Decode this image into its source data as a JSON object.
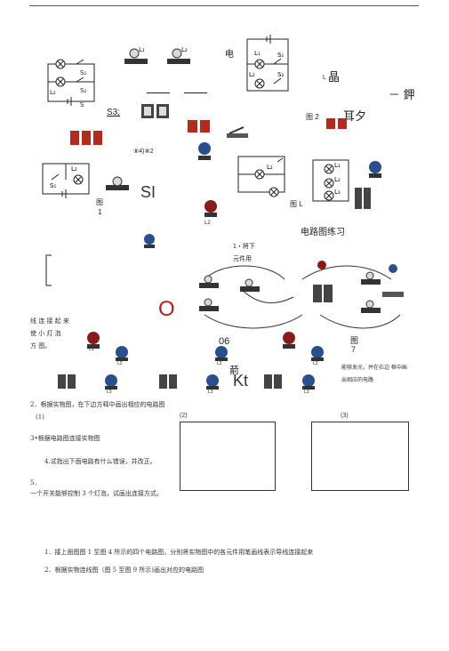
{
  "labels": {
    "dian": "电",
    "jing": "晶",
    "jing_prefix": "L",
    "dash_bei": "－ 鉀",
    "fig2": "图 2",
    "er_xi": "耳夕",
    "s3": "S3;",
    "fig_mid_small": "⑧4)⑧2",
    "si": "SI",
    "fig1_a": "图",
    "fig1_b": "1",
    "fig_l": "图 L",
    "l2_bottom": "L2",
    "section_title": "电路图练习",
    "note_1": "1・将下",
    "note_2": "元件用",
    "big_o": "O",
    "fig_06": "06",
    "fig7_a": "图",
    "fig7_b": "7",
    "ci": "葥",
    "kt": "Kt",
    "left_text_1": "线 连 接 起 来",
    "left_text_2": "使 小 灯 泡",
    "left_text_3": "方 图。",
    "right_text_1": "能够发光，并在右边 框中画",
    "right_text_2": "出相应的电路",
    "lamp_labels": [
      "L1",
      "L2",
      "L3",
      "L1",
      "L2",
      "L3",
      "L1",
      "L2",
      "L3"
    ]
  },
  "questions": {
    "q2": "2．根据实物图，在下边方释中画出相应的电路图",
    "q2_sub1": "(1)",
    "q2_sub2": "(2)",
    "q2_sub3": "(3)",
    "q3": "3•根据电路图连接实物图",
    "q4": "4.试指出下面电路有什么错误，并改正。",
    "q5": "5．",
    "q5_text": "一个开关能够控制 3 个灯泡，试画出连接方式。",
    "item1": "1．接上面图图 1 至图 4 所示的四个电路图，分别将实物图中的各元件用笔画线表示导线连接起来",
    "item2": "2．根据实物连线图（图 5 至图 9 所示)画出对应的电路图"
  },
  "colors": {
    "lamp_blue": "#2a4f8f",
    "lamp_red": "#8a1a1a",
    "battery_red": "#b52a1f",
    "accent_red": "#b3201a"
  }
}
